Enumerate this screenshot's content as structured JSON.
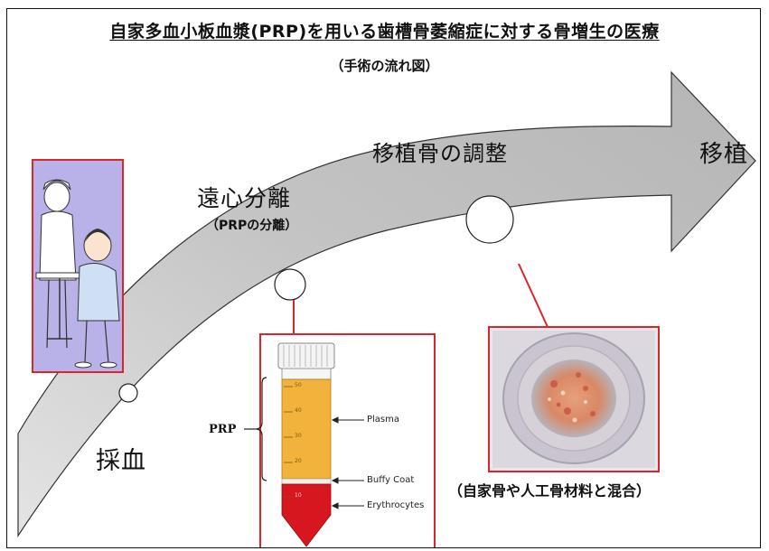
{
  "title": "自家多血小板血漿(PRP)を用いる歯槽骨萎縮症に対する骨増生の医療",
  "subtitle": "（手術の流れ図）",
  "steps": {
    "blood_draw": "採血",
    "centrifuge": "遠心分離",
    "centrifuge_sub": "（PRPの分離）",
    "graft_prep": "移植骨の調整",
    "transplant": "移植"
  },
  "tube": {
    "prp_label": "PRP",
    "layers": {
      "plasma": "Plasma",
      "buffy": "Buffy Coat",
      "erythrocytes": "Erythrocytes"
    },
    "scale": [
      "50",
      "40",
      "30",
      "20",
      "10"
    ]
  },
  "graft_caption": "（自家骨や人工骨材料と混合）",
  "colors": {
    "arrow": "#c9c9c9",
    "accent_red": "#d8262b",
    "illustration_bg": "#b9b2e8",
    "plasma": "#f2b33d",
    "blood": "#d7171f"
  }
}
